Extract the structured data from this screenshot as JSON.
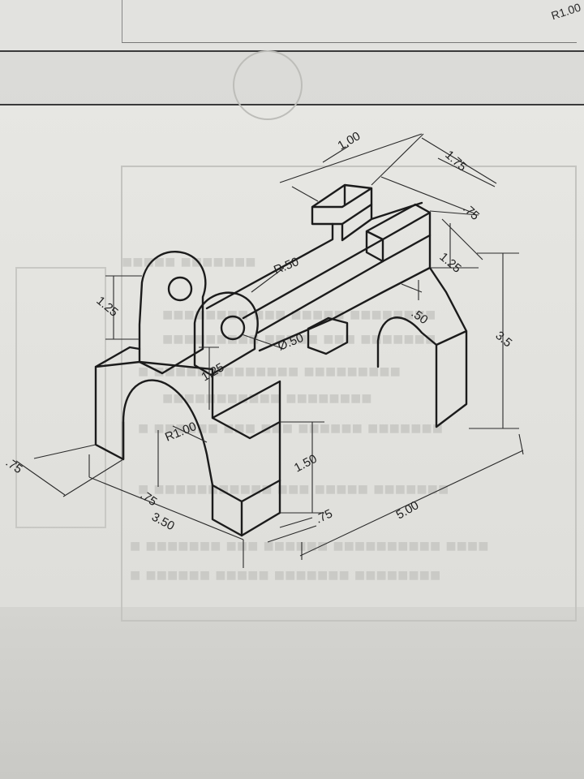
{
  "top_sheet": {
    "corner_label": "R1.00"
  },
  "drawing": {
    "dimensions": {
      "top_width": "1.00",
      "top_length": "1.75",
      "rail_width": ".75",
      "rail_height": "1.25",
      "overall_height": "3.5",
      "lug_radius": "R.50",
      "hole_diameter": "Ø.50",
      "left_lug_height": "1.25",
      "center_height": "1.25",
      "arch_radius": "R1.00",
      "leg_height": "1.50",
      "lower_step": ".50",
      "left_depth": ".75",
      "arch_offset": ".75",
      "base_width": "3.50",
      "leg_thickness": ".75",
      "overall_length": "5.00"
    }
  }
}
